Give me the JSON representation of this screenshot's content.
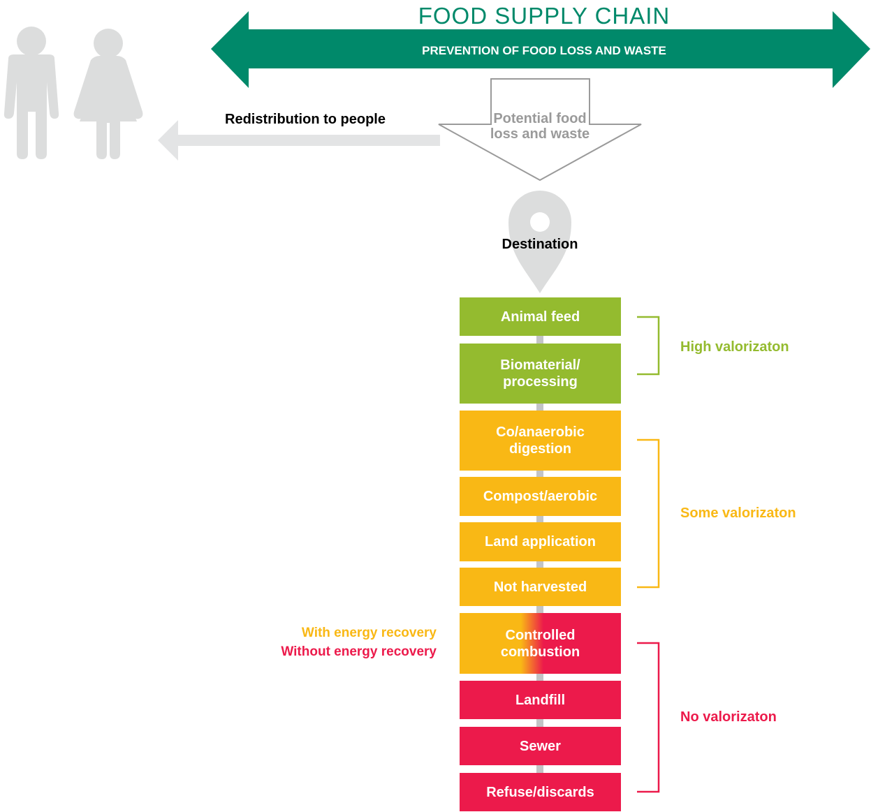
{
  "header": {
    "title": "FOOD SUPPLY CHAIN",
    "subtitle": "PREVENTION OF FOOD LOSS AND WASTE"
  },
  "flow": {
    "redistribution_label": "Redistribution to people",
    "potential_line1": "Potential food",
    "potential_line2": "loss and waste",
    "destination_label": "Destination"
  },
  "icons": [
    "man-icon",
    "woman-icon",
    "location-pin-icon"
  ],
  "destinations": [
    {
      "line1": "Animal feed",
      "line2": "",
      "group": "high"
    },
    {
      "line1": "Biomaterial/",
      "line2": "processing",
      "group": "high"
    },
    {
      "line1": "Co/anaerobic",
      "line2": "digestion",
      "group": "some"
    },
    {
      "line1": "Compost/aerobic",
      "line2": "",
      "group": "some"
    },
    {
      "line1": "Land application",
      "line2": "",
      "group": "some"
    },
    {
      "line1": "Not harvested",
      "line2": "",
      "group": "some"
    },
    {
      "line1": "Controlled",
      "line2": "combustion",
      "group": "mixed"
    },
    {
      "line1": "Landfill",
      "line2": "",
      "group": "none"
    },
    {
      "line1": "Sewer",
      "line2": "",
      "group": "none"
    },
    {
      "line1": "Refuse/discards",
      "line2": "",
      "group": "none"
    }
  ],
  "groups": {
    "high": "High valorizaton",
    "some": "Some valorizaton",
    "none": "No valorizaton"
  },
  "energy": {
    "with": "With energy recovery",
    "without": "Without energy recovery"
  },
  "colors": {
    "brand_green": "#00896a",
    "high_green": "#94bb2f",
    "some_amber": "#f9b815",
    "none_red": "#ec1a4b",
    "light_gray": "#dcdddd",
    "outline_gray": "#9a9a9a",
    "connector_gray": "#c3c4c6"
  }
}
